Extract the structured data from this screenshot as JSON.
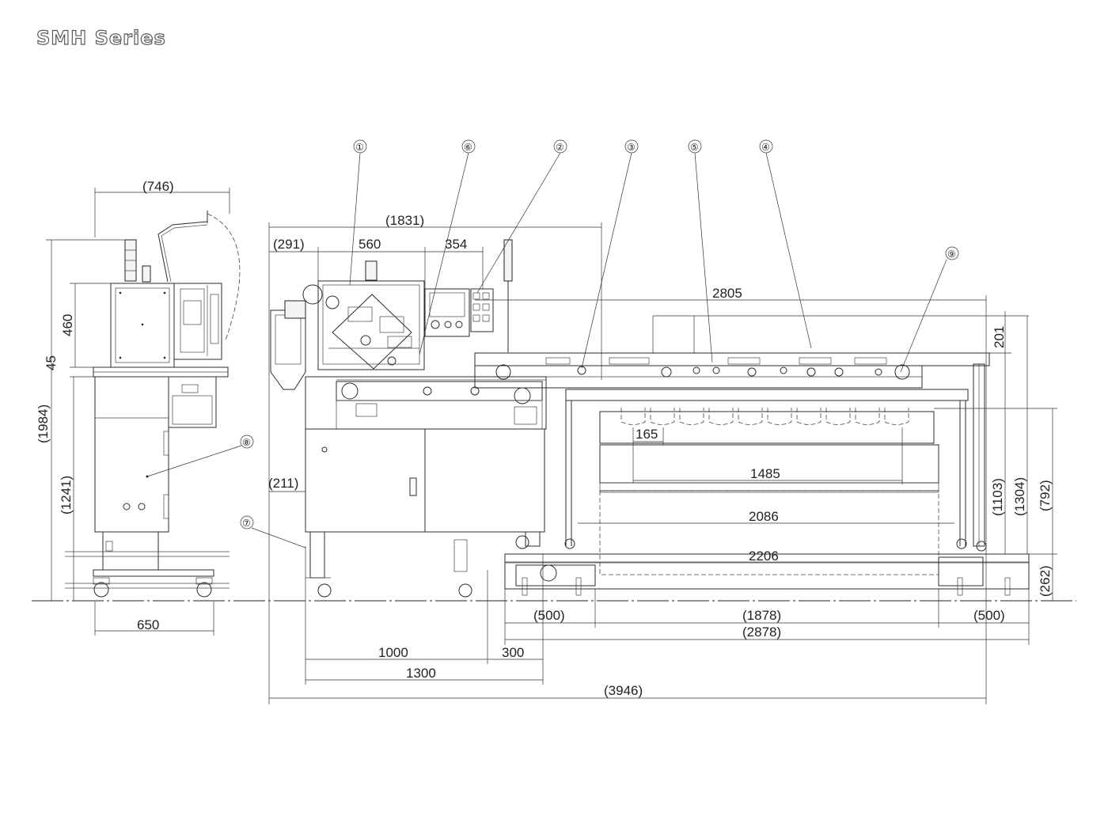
{
  "title": "SMH Series",
  "callouts": [
    "①",
    "②",
    "③",
    "④",
    "⑤",
    "⑥",
    "⑦",
    "⑧",
    "⑨"
  ],
  "dims": {
    "side_width_top": "(746)",
    "side_460": "460",
    "side_45": "45",
    "side_1984": "(1984)",
    "side_1241": "(1241)",
    "side_650": "650",
    "front_1831": "(1831)",
    "front_291": "(291)",
    "front_560": "560",
    "front_354": "354",
    "front_2805": "2805",
    "front_201": "201",
    "front_165": "165",
    "front_1485": "1485",
    "front_211": "(211)",
    "front_2086": "2086",
    "front_2206": "2206",
    "front_1103": "(1103)",
    "front_1304": "(1304)",
    "front_792": "(792)",
    "front_262": "(262)",
    "front_500a": "(500)",
    "front_1878": "(1878)",
    "front_500b": "(500)",
    "front_2878": "(2878)",
    "front_1000": "1000",
    "front_300": "300",
    "front_1300": "1300",
    "front_3946": "(3946)"
  }
}
